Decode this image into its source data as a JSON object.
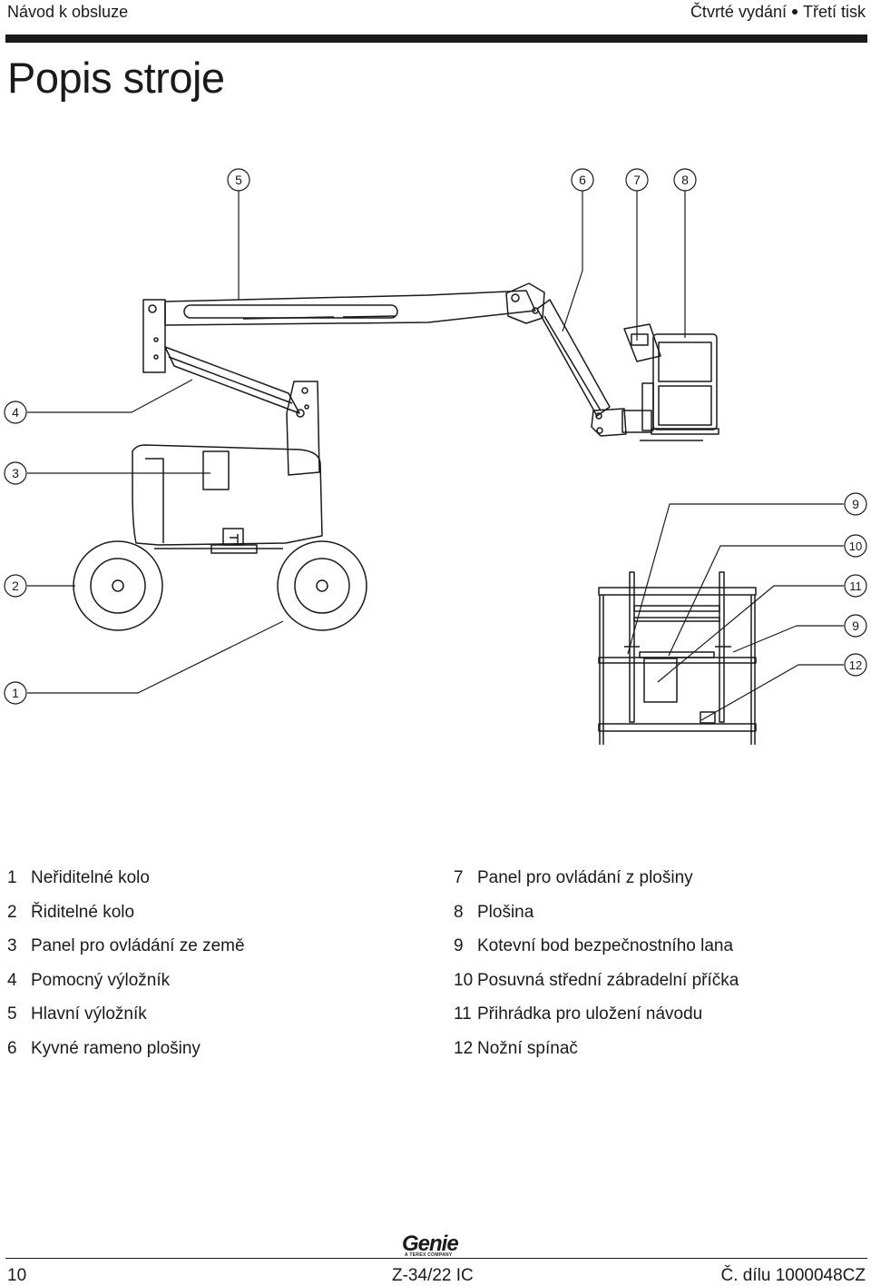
{
  "header": {
    "left": "Návod k obsluze",
    "right_part1": "Čtvrté vydání",
    "right_part2": "Třetí tisk"
  },
  "page_title": "Popis stroje",
  "callouts": {
    "c1": "1",
    "c2": "2",
    "c3": "3",
    "c4": "4",
    "c5": "5",
    "c6": "6",
    "c7": "7",
    "c8": "8",
    "c9a": "9",
    "c10": "10",
    "c11": "11",
    "c9b": "9",
    "c12": "12"
  },
  "legend": {
    "left": [
      {
        "num": "1",
        "label": "Neřiditelné kolo"
      },
      {
        "num": "2",
        "label": "Řiditelné kolo"
      },
      {
        "num": "3",
        "label": "Panel pro ovládání ze země"
      },
      {
        "num": "4",
        "label": "Pomocný výložník"
      },
      {
        "num": "5",
        "label": "Hlavní výložník"
      },
      {
        "num": "6",
        "label": "Kyvné rameno plošiny"
      }
    ],
    "right": [
      {
        "num": "7",
        "label": "Panel pro ovládání z plošiny"
      },
      {
        "num": "8",
        "label": "Plošina"
      },
      {
        "num": "9",
        "label": "Kotevní bod bezpečnostního lana"
      },
      {
        "num": "10",
        "label": "Posuvná střední zábradelní příčka"
      },
      {
        "num": "11",
        "label": "Přihrádka pro uložení návodu"
      },
      {
        "num": "12",
        "label": "Nožní spínač"
      }
    ]
  },
  "logo": {
    "word": "Genie",
    "sub": "A TEREX COMPANY"
  },
  "footer": {
    "page_number": "10",
    "model": "Z-34/22 IC",
    "part_number": "Č. dílu 1000048CZ"
  }
}
